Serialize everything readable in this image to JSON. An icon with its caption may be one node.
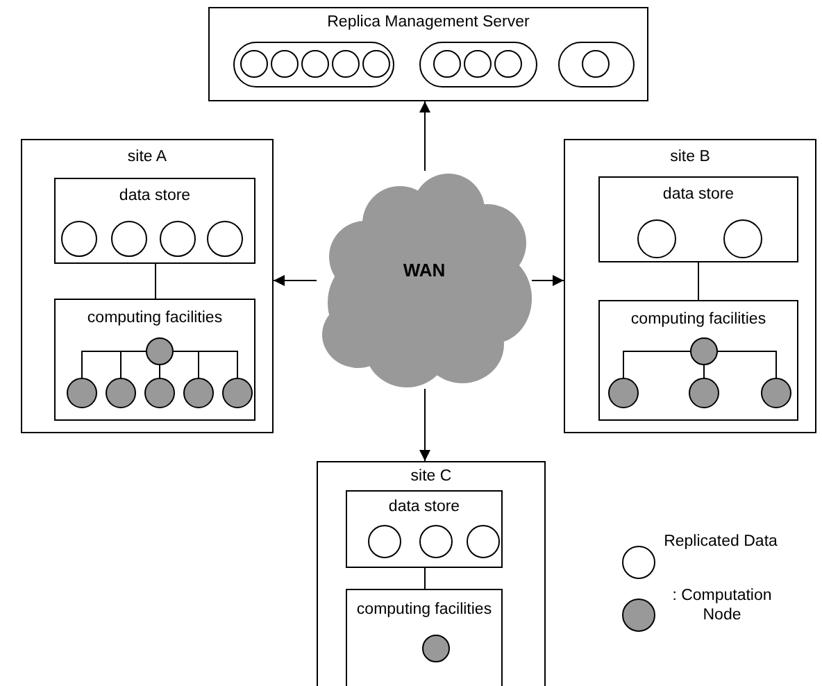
{
  "diagram": {
    "nodes": [
      {
        "text": [
          "Replica Management Server"
        ]
      },
      {
        "text": [],
        "shape": "oval",
        "in": 0
      },
      {
        "text": [],
        "shape": "circle",
        "in": 1
      },
      {
        "text": [],
        "shape": "circle",
        "in": 1
      },
      {
        "text": [],
        "shape": "circle",
        "in": 1
      },
      {
        "text": [],
        "shape": "circle",
        "in": 1
      },
      {
        "text": [],
        "shape": "circle",
        "in": 1
      },
      {
        "text": [],
        "shape": "oval",
        "in": 0
      },
      {
        "text": [],
        "shape": "circle",
        "in": 7
      },
      {
        "text": [],
        "shape": "circle",
        "in": 7
      },
      {
        "text": [],
        "shape": "circle",
        "in": 7
      },
      {
        "text": [],
        "shape": "oval",
        "in": 0
      },
      {
        "text": [],
        "shape": "circle",
        "in": 11
      },
      {
        "text": [
          "site A"
        ]
      },
      {
        "text": [
          "data store"
        ],
        "in": 13
      },
      {
        "text": [],
        "shape": "circle",
        "in": 14
      },
      {
        "text": [],
        "shape": "circle",
        "in": 14
      },
      {
        "text": [],
        "shape": "circle",
        "in": 14
      },
      {
        "text": [],
        "shape": "circle",
        "in": 14
      },
      {
        "text": [
          "computing facilities"
        ],
        "in": 13
      },
      {
        "text": [],
        "shape": "circle",
        "in": 19
      },
      {
        "text": [],
        "shape": "circle",
        "in": 19
      },
      {
        "text": [],
        "shape": "circle",
        "in": 19
      },
      {
        "text": [],
        "shape": "circle",
        "in": 19
      },
      {
        "text": [],
        "shape": "circle",
        "in": 19
      },
      {
        "text": [],
        "shape": "circle",
        "in": 19
      },
      {
        "text": [
          "WAN"
        ]
      },
      {
        "text": [
          "site B"
        ]
      },
      {
        "text": [
          "data store"
        ],
        "in": 27
      },
      {
        "text": [],
        "shape": "circle",
        "in": 28
      },
      {
        "text": [],
        "shape": "circle",
        "in": 28
      },
      {
        "text": [
          "computing facilities"
        ],
        "in": 27
      },
      {
        "text": [],
        "shape": "circle",
        "in": 31
      },
      {
        "text": [],
        "shape": "circle",
        "in": 31
      },
      {
        "text": [],
        "shape": "circle",
        "in": 31
      },
      {
        "text": [],
        "shape": "circle",
        "in": 31
      },
      {
        "text": [
          "site C"
        ]
      },
      {
        "text": [
          "data store"
        ],
        "in": 36
      },
      {
        "text": [],
        "shape": "circle",
        "in": 37
      },
      {
        "text": [],
        "shape": "circle",
        "in": 37
      },
      {
        "text": [],
        "shape": "circle",
        "in": 37
      },
      {
        "text": [
          "computing facilities"
        ],
        "in": 36
      },
      {
        "text": [],
        "shape": "circle",
        "in": 41
      }
    ],
    "edges": [
      {
        "from": 26,
        "to": 0,
        "arrow": "to"
      },
      {
        "from": 26,
        "to": 13,
        "arrow": "to"
      },
      {
        "from": 26,
        "to": 27,
        "arrow": "to"
      },
      {
        "from": 26,
        "to": 36,
        "arrow": "to"
      },
      {
        "from": 14,
        "to": 19,
        "arrow": "none"
      },
      {
        "from": 20,
        "to": 21,
        "arrow": "none"
      },
      {
        "from": 20,
        "to": 22,
        "arrow": "none"
      },
      {
        "from": 20,
        "to": 23,
        "arrow": "none"
      },
      {
        "from": 20,
        "to": 24,
        "arrow": "none"
      },
      {
        "from": 20,
        "to": 25,
        "arrow": "none"
      },
      {
        "from": 28,
        "to": 31,
        "arrow": "none"
      },
      {
        "from": 32,
        "to": 33,
        "arrow": "none"
      },
      {
        "from": 32,
        "to": 34,
        "arrow": "none"
      },
      {
        "from": 32,
        "to": 35,
        "arrow": "none"
      },
      {
        "from": 37,
        "to": 41,
        "arrow": "none"
      }
    ],
    "legend": [
      {
        "text": "Replicated Data"
      },
      {
        "text": ": Computation Node"
      }
    ]
  }
}
